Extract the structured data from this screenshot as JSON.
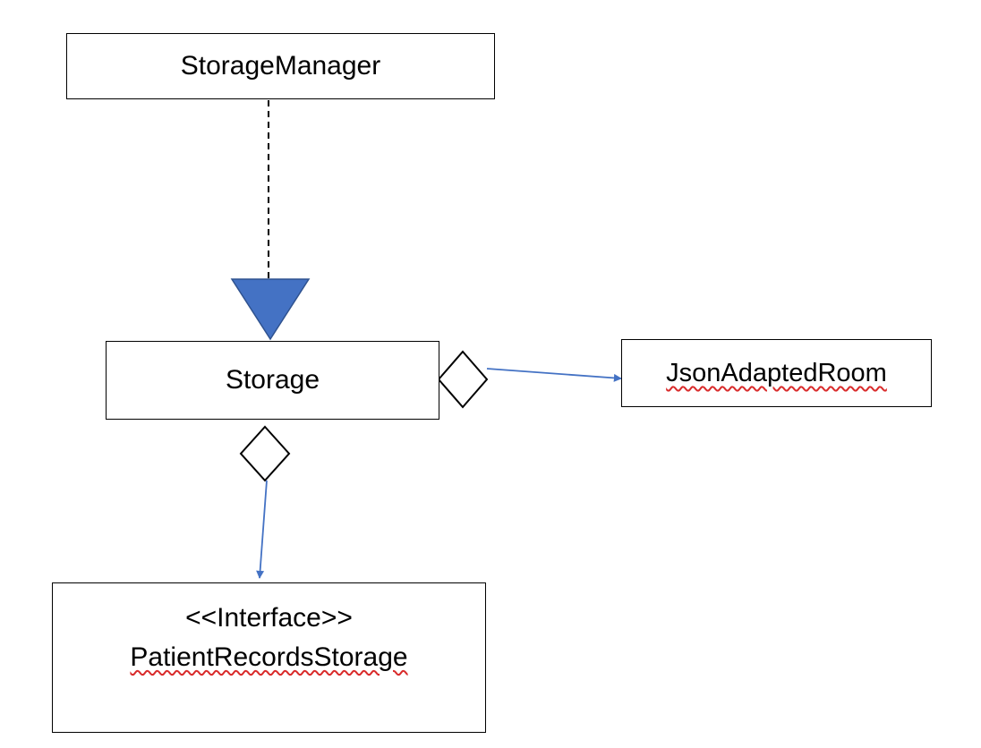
{
  "diagram": {
    "classes": {
      "storage_manager": {
        "name": "StorageManager"
      },
      "storage": {
        "name": "Storage"
      },
      "json_adapted_room": {
        "name": "JsonAdaptedRoom"
      },
      "patient_records_storage": {
        "stereotype": "<<Interface>>",
        "name": "PatientRecordsStorage"
      }
    },
    "relationships": [
      {
        "from": "StorageManager",
        "to": "Storage",
        "kind": "realization"
      },
      {
        "from": "Storage",
        "to": "JsonAdaptedRoom",
        "kind": "aggregation"
      },
      {
        "from": "Storage",
        "to": "PatientRecordsStorage",
        "kind": "aggregation"
      }
    ],
    "colors": {
      "line": "#000000",
      "arrow": "#4472c4",
      "realization_fill": "#4472c4",
      "spellcheck_underline": "#d92b2b"
    }
  }
}
